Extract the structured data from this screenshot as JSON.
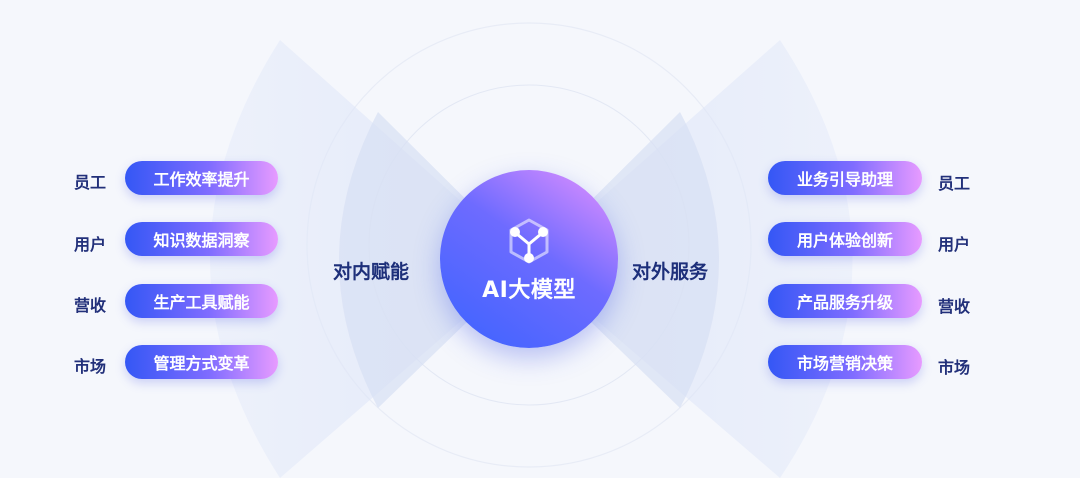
{
  "center": {
    "title": "AI大模型",
    "icon": "model-network-icon"
  },
  "left": {
    "title": "对内赋能",
    "rows": [
      {
        "label": "员工",
        "pill": "工作效率提升"
      },
      {
        "label": "用户",
        "pill": "知识数据洞察"
      },
      {
        "label": "营收",
        "pill": "生产工具赋能"
      },
      {
        "label": "市场",
        "pill": "管理方式变革"
      }
    ]
  },
  "right": {
    "title": "对外服务",
    "rows": [
      {
        "label": "员工",
        "pill": "业务引导助理"
      },
      {
        "label": "用户",
        "pill": "用户体验创新"
      },
      {
        "label": "营收",
        "pill": "产品服务升级"
      },
      {
        "label": "市场",
        "pill": "市场营销决策"
      }
    ]
  },
  "colors": {
    "background": "#f5f7fc",
    "accent_blue": "#3457f5",
    "accent_pink": "#e79bff",
    "text_dark": "#1d2f7a"
  }
}
